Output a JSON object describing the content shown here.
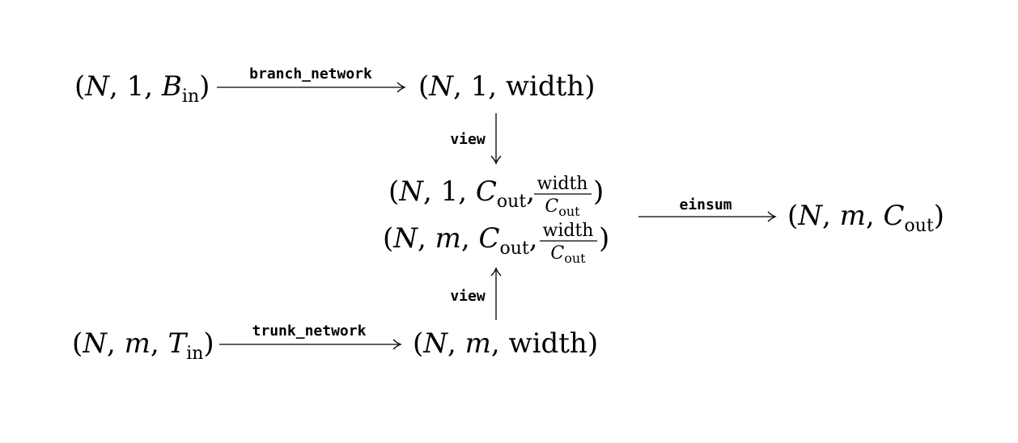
{
  "nodes": {
    "branch_in": {
      "open": "(",
      "n": "N",
      "sep1": ", ",
      "one": "1",
      "sep2": ", ",
      "base": "B",
      "sub": "in",
      "close": ")"
    },
    "branch_out": {
      "open": "(",
      "n": "N",
      "sep1": ", ",
      "one": "1",
      "sep2": ", ",
      "word": "width",
      "close": ")"
    },
    "mid_top": {
      "open": "(",
      "n": "N",
      "sep1": ", ",
      "one": "1",
      "sep2": ", ",
      "base": "C",
      "sub": "out",
      "sep3": ", ",
      "frac_num": "width",
      "frac_den_base": "C",
      "frac_den_sub": "out",
      "close": ")"
    },
    "mid_bottom": {
      "open": "(",
      "n": "N",
      "sep1": ", ",
      "m": "m",
      "sep2": ", ",
      "base": "C",
      "sub": "out",
      "sep3": ", ",
      "frac_num": "width",
      "frac_den_base": "C",
      "frac_den_sub": "out",
      "close": ")"
    },
    "result": {
      "open": "(",
      "n": "N",
      "sep1": ", ",
      "m": "m",
      "sep2": ", ",
      "base": "C",
      "sub": "out",
      "close": ")"
    },
    "trunk_in": {
      "open": "(",
      "n": "N",
      "sep1": ", ",
      "m": "m",
      "sep2": ", ",
      "base": "T",
      "sub": "in",
      "close": ")"
    },
    "trunk_out": {
      "open": "(",
      "n": "N",
      "sep1": ", ",
      "m": "m",
      "sep2": ", ",
      "word": "width",
      "close": ")"
    }
  },
  "edges": {
    "branch_network": "branch_network",
    "trunk_network": "trunk_network",
    "view_top": "view",
    "view_bottom": "view",
    "einsum": "einsum"
  }
}
